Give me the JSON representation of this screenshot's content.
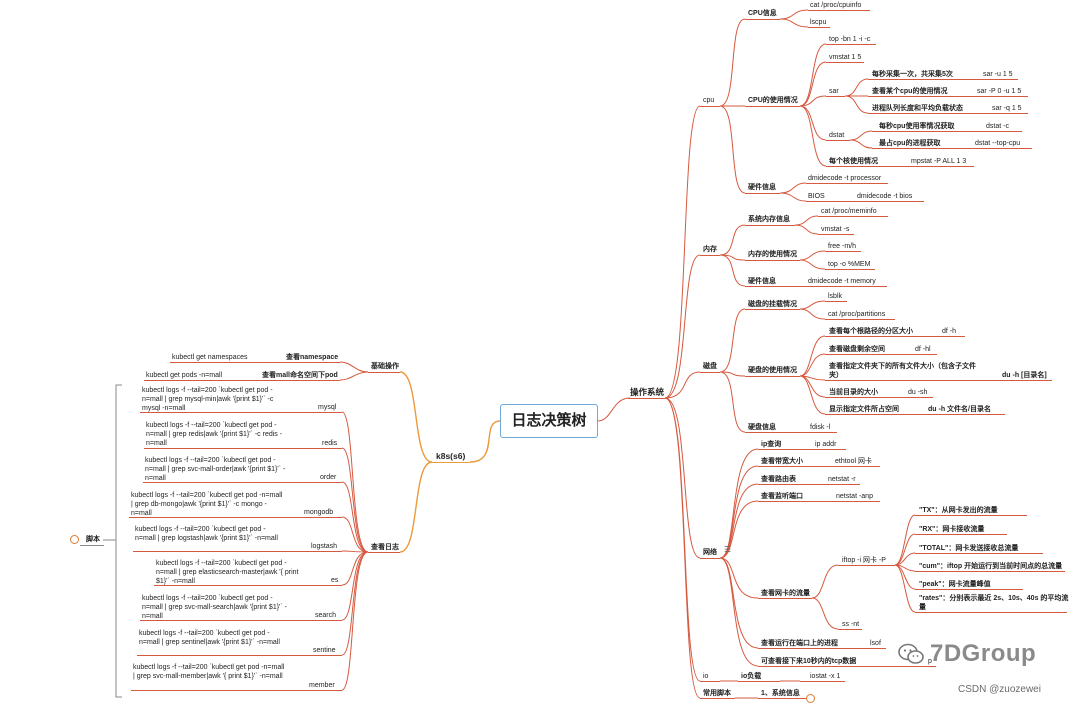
{
  "root": "日志决策树",
  "watermark": "7DGroup",
  "csdn": "CSDN @zuozewei",
  "note_icon": "☰",
  "colors": {
    "line": "#d6593f",
    "left_line": "#ec9a3c",
    "root_border": "#6fa8d6"
  },
  "right": {
    "title": "操作系统",
    "cpu": {
      "title": "cpu",
      "info": {
        "label": "CPU信息",
        "items": [
          "cat /proc/cpuinfo",
          "lscpu"
        ]
      },
      "usage": {
        "label": "CPU的使用情况",
        "top": "top -bn 1 -i -c",
        "vmstat": "vmstat 1 5",
        "sar": {
          "label": "sar",
          "rows": [
            {
              "desc": "每秒采集一次，共采集5次",
              "cmd": "sar -u 1 5"
            },
            {
              "desc": "查看某个cpu的使用情况",
              "cmd": "sar -P 0 -u 1 5"
            },
            {
              "desc": "进程队列长度和平均负载状态",
              "cmd": "sar -q 1 5"
            }
          ]
        },
        "dstat": {
          "label": "dstat",
          "rows": [
            {
              "desc": "每秒cpu使用率情况获取",
              "cmd": "dstat -c"
            },
            {
              "desc": "最占cpu的进程获取",
              "cmd": "dstat --top-cpu"
            }
          ]
        },
        "mpstat": {
          "desc": "每个核使用情况",
          "cmd": "mpstat -P ALL 1 3"
        }
      },
      "hw": {
        "label": "硬件信息",
        "processor": "dmidecode -t processor",
        "bios_label": "BIOS",
        "bios_cmd": "dmidecode -t bios"
      }
    },
    "mem": {
      "title": "内存",
      "sys": {
        "label": "系统内存信息",
        "items": [
          "cat /proc/meminfo",
          "vmstat -s"
        ]
      },
      "usage": {
        "label": "内存的使用情况",
        "items": [
          "free -m/h",
          "top -o %MEM"
        ]
      },
      "hw": {
        "label": "硬件信息",
        "cmd": "dmidecode -t memory"
      }
    },
    "disk": {
      "title": "磁盘",
      "mount": {
        "label": "磁盘的挂载情况",
        "items": [
          "lsblk",
          "cat /proc/partitions"
        ]
      },
      "usage": {
        "label": "硬盘的使用情况",
        "rows": [
          {
            "desc": "查看每个根路径的分区大小",
            "cmd": "df -h"
          },
          {
            "desc": "查看磁盘剩余空间",
            "cmd": "df -hl"
          },
          {
            "desc": "查看指定文件夹下的所有文件大小（包含子文件夹）",
            "cmd": "du -h [目录名]"
          },
          {
            "desc": "当前目录的大小",
            "cmd": "du -sh"
          },
          {
            "desc": "显示指定文件所占空间",
            "cmd": "du -h 文件名/目录名"
          }
        ]
      },
      "info": {
        "label": "硬盘信息",
        "cmd": "fdisk -l"
      }
    },
    "net": {
      "title": "网络",
      "ip": {
        "label": "ip查询",
        "cmd": "ip addr"
      },
      "bw": {
        "label": "查看带宽大小",
        "cmd": "ethtool  网卡"
      },
      "route": {
        "label": "查看路由表",
        "cmd": "netstat -r"
      },
      "listen": {
        "label": "查看监听端口",
        "cmd": "netstat -anp"
      },
      "traffic": {
        "label": "查看网卡的流量",
        "iftop": "iftop -i 网卡 -P",
        "ss": "ss -nt",
        "notes": [
          "\"TX\"：从网卡发出的流量",
          "\"RX\"：网卡接收流量",
          "\"TOTAL\"：网卡发送接收总流量",
          "\"cum\"：iftop 开始运行到当前时间点的总流量",
          "\"peak\"：网卡流量峰值",
          "\"rates\"：分别表示最近 2s、10s、40s 的平均流量"
        ]
      },
      "procport": {
        "label": "查看运行在端口上的进程",
        "cmd": "lsof"
      },
      "tcp": {
        "label": "可查看接下来10秒内的tcp数据",
        "cmd": "p"
      }
    },
    "io": {
      "title": "io",
      "label": "io负载",
      "cmd": "iostat -x 1"
    },
    "scripts": {
      "title": "常用脚本",
      "item": "1、系统信息"
    }
  },
  "left": {
    "title": "k8s(s6)",
    "basic": {
      "label": "基础操作",
      "rows": [
        {
          "cmd": "kubectl get namespaces",
          "desc": "查看namespace"
        },
        {
          "cmd": "kubectl get pods -n=mall",
          "desc": "查看mall命名空间下pod"
        }
      ]
    },
    "logs": {
      "label": "查看日志",
      "rows": [
        {
          "cmd": "kubectl logs -f --tail=200 `kubectl get pod -n=mall | grep mysql-min|awk '{print $1}'` -c mysql -n=mall",
          "name": "mysql"
        },
        {
          "cmd": "kubectl logs -f --tail=200 `kubectl get pod -n=mall | grep redis|awk '{print $1}'` -c redis -n=mall",
          "name": "redis"
        },
        {
          "cmd": "kubectl logs -f --tail=200 `kubectl get pod -n=mall | grep svc-mall-order|awk '{print $1}'` -n=mall",
          "name": "order"
        },
        {
          "cmd": "kubectl logs -f --tail=200 `kubectl get pod -n=mall | grep db-mongo|awk '{print $1}'` -c mongo -n=mall",
          "name": "mongodb"
        },
        {
          "cmd": "kubectl logs -f --tail=200 `kubectl get pod -n=mall | grep logstash|awk '{print $1}'` -n=mall",
          "name": "logstash"
        },
        {
          "cmd": "kubectl logs -f --tail=200 `kubectl get pod -n=mall | grep elasticsearch-master|awk '{ print $1}'` -n=mall",
          "name": "es"
        },
        {
          "cmd": "kubectl logs -f --tail=200 `kubectl get pod -n=mall | grep svc-mall-search|awk '{print $1}'` -n=mall",
          "name": "search"
        },
        {
          "cmd": "kubectl logs -f --tail=200 `kubectl get pod -n=mall | grep sentinel|awk '{print $1}'` -n=mall",
          "name": "sentine"
        },
        {
          "cmd": "kubectl logs -f --tail=200 `kubectl get pod -n=mall | grep svc-mall-member|awk '{ print $1}'` -n=mall",
          "name": "member"
        }
      ]
    },
    "script_label": "脚本"
  }
}
